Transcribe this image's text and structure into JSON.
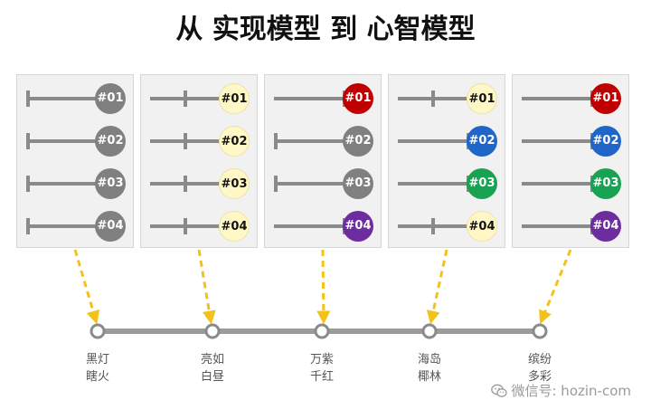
{
  "title": "从 实现模型 到 心智模型",
  "colors": {
    "gray": "#808080",
    "light": "#fff7c6",
    "red": "#c00000",
    "blue": "#1f66c8",
    "green": "#18a251",
    "purple": "#6d2d9e",
    "track": "#8a8a8a",
    "arrow": "#f2c21b"
  },
  "panels": [
    {
      "rows": [
        {
          "label": "#01",
          "color": "gray",
          "level": 0
        },
        {
          "label": "#02",
          "color": "gray",
          "level": 0
        },
        {
          "label": "#03",
          "color": "gray",
          "level": 0
        },
        {
          "label": "#04",
          "color": "gray",
          "level": 0
        }
      ]
    },
    {
      "rows": [
        {
          "label": "#01",
          "color": "light",
          "level": 0.5
        },
        {
          "label": "#02",
          "color": "light",
          "level": 0.5
        },
        {
          "label": "#03",
          "color": "light",
          "level": 0.5
        },
        {
          "label": "#04",
          "color": "light",
          "level": 0.5
        }
      ]
    },
    {
      "rows": [
        {
          "label": "#01",
          "color": "red",
          "level": 1
        },
        {
          "label": "#02",
          "color": "gray",
          "level": 0
        },
        {
          "label": "#03",
          "color": "gray",
          "level": 0
        },
        {
          "label": "#04",
          "color": "purple",
          "level": 1
        }
      ]
    },
    {
      "rows": [
        {
          "label": "#01",
          "color": "light",
          "level": 0.5
        },
        {
          "label": "#02",
          "color": "blue",
          "level": 1
        },
        {
          "label": "#03",
          "color": "green",
          "level": 1
        },
        {
          "label": "#04",
          "color": "light",
          "level": 0.5
        }
      ]
    },
    {
      "rows": [
        {
          "label": "#01",
          "color": "red",
          "level": 1
        },
        {
          "label": "#02",
          "color": "blue",
          "level": 1
        },
        {
          "label": "#03",
          "color": "green",
          "level": 1
        },
        {
          "label": "#04",
          "color": "purple",
          "level": 1
        }
      ]
    }
  ],
  "stops": [
    {
      "line1": "黑灯",
      "line2": "瞎火"
    },
    {
      "line1": "亮如",
      "line2": "白昼"
    },
    {
      "line1": "万紫",
      "line2": "千红"
    },
    {
      "line1": "海岛",
      "line2": "椰林"
    },
    {
      "line1": "缤纷",
      "line2": "多彩"
    }
  ],
  "watermark": "微信号: hozin-com",
  "icons": {
    "watermark": "wechat-icon"
  }
}
